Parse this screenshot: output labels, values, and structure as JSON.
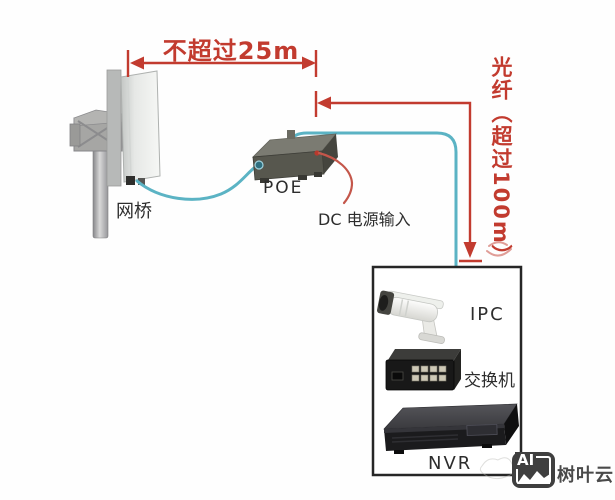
{
  "labels": {
    "distance": "不超过25m",
    "fiber": "光纤（超过100m）",
    "bridge": "网桥",
    "poe": "POE",
    "dc_power": "DC 电源输入",
    "ipc": "IPC",
    "switch": "交换机",
    "nvr": "NVR"
  },
  "watermark": {
    "logo_text": "AI",
    "brand": "树叶云"
  },
  "colors": {
    "arrow_red": "#c23b2f",
    "dc_red": "#c4564a",
    "cable_cyan": "#5bb3c4",
    "box_border": "#262626",
    "label_dark": "#2d2d2d",
    "brand_gray": "#4a4a4a",
    "logo_bg": "#3f3f3f"
  }
}
